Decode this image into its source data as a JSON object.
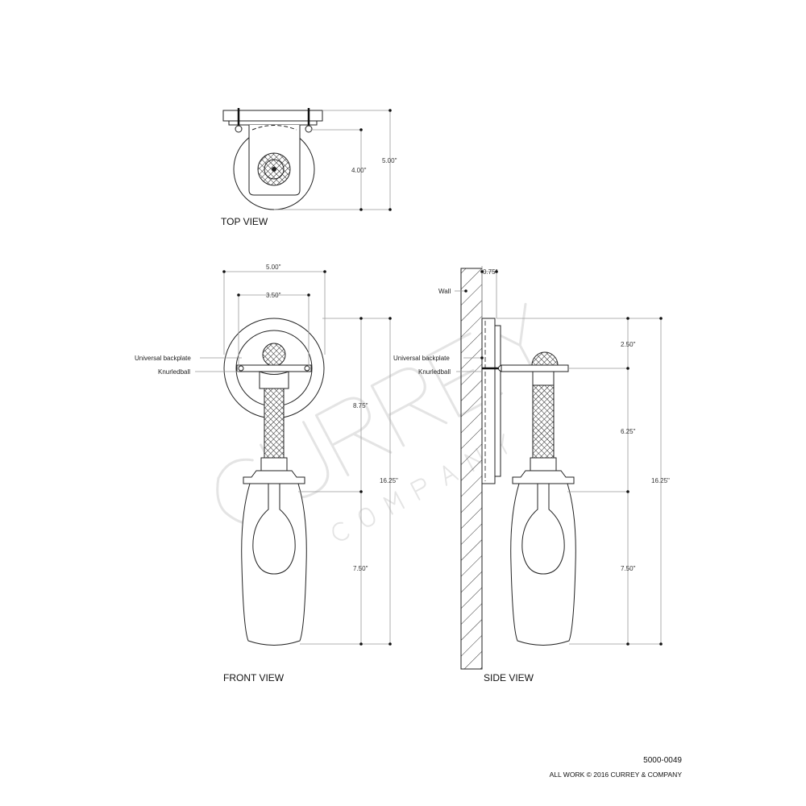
{
  "watermark": {
    "brand": "CURREY",
    "sub": "& COMPANY"
  },
  "top_view": {
    "title": "TOP VIEW",
    "dim_depth": "4.00\"",
    "dim_total": "5.00\""
  },
  "front_view": {
    "title": "FRONT VIEW",
    "dim_width_outer": "5.00\"",
    "dim_width_inner": "3.50\"",
    "dim_upper": "8.75\"",
    "dim_shade": "7.50\"",
    "dim_total": "16.25\"",
    "label_backplate": "Universal backplate",
    "label_knurledball": "Knurledball"
  },
  "side_view": {
    "title": "SIDE VIEW",
    "dim_extension": "0.75\"",
    "dim_top": "2.50\"",
    "dim_stem": "6.25\"",
    "dim_shade": "7.50\"",
    "dim_total": "16.25\"",
    "label_wall": "Wall",
    "label_backplate": "Universal backplate",
    "label_knurledball": "Knurledball"
  },
  "footer": {
    "part_number": "5000-0049",
    "copyright": "ALL WORK © 2016 CURREY & COMPANY"
  }
}
